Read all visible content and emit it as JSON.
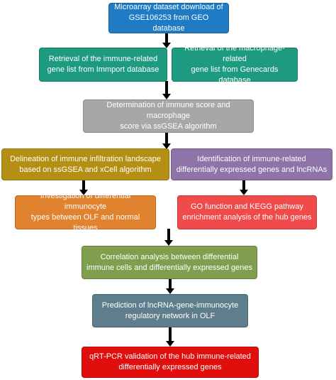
{
  "colors": {
    "blue": "#1f7bc3",
    "teal": "#1e9a80",
    "gray": "#a7a7a7",
    "olive": "#b58f14",
    "purple": "#8e74a8",
    "orange": "#e1822f",
    "lightred": "#f04a4a",
    "green": "#7f9f4e",
    "slate": "#5f7e8d",
    "red": "#e10e0e"
  },
  "boxes": {
    "step1": [
      "Microarray dataset download of",
      "GSE106253 from GEO database"
    ],
    "step2a": [
      "Retrieval of the immune-related",
      "gene list from Immport database"
    ],
    "step2b": [
      "Retrieval of the macrophage-related",
      "gene list from Genecards database"
    ],
    "step3": [
      "Determination of immune score and macrophage",
      "score via ssGSEA algorithm"
    ],
    "step4a": [
      "Delineation of immune infiltration landscape",
      "based on ssGSEA and xCell algorithm"
    ],
    "step4b": [
      "Identification of immune-related",
      "differentially expressed genes and lncRNAs"
    ],
    "step5a": [
      "Investigation of differential immunocyte",
      "types between OLF and normal tissues"
    ],
    "step5b": [
      "GO function and KEGG pathway",
      "enrichment analysis of the hub genes"
    ],
    "step6": [
      "Correlation analysis between differential",
      "immune cells and differentially expressed genes"
    ],
    "step7": [
      "Prediction of lncRNA-gene-immunocyte",
      "regulatory network in OLF"
    ],
    "step8": [
      "qRT-PCR validation of the hub immune-related",
      "differentially expressed genes"
    ]
  }
}
